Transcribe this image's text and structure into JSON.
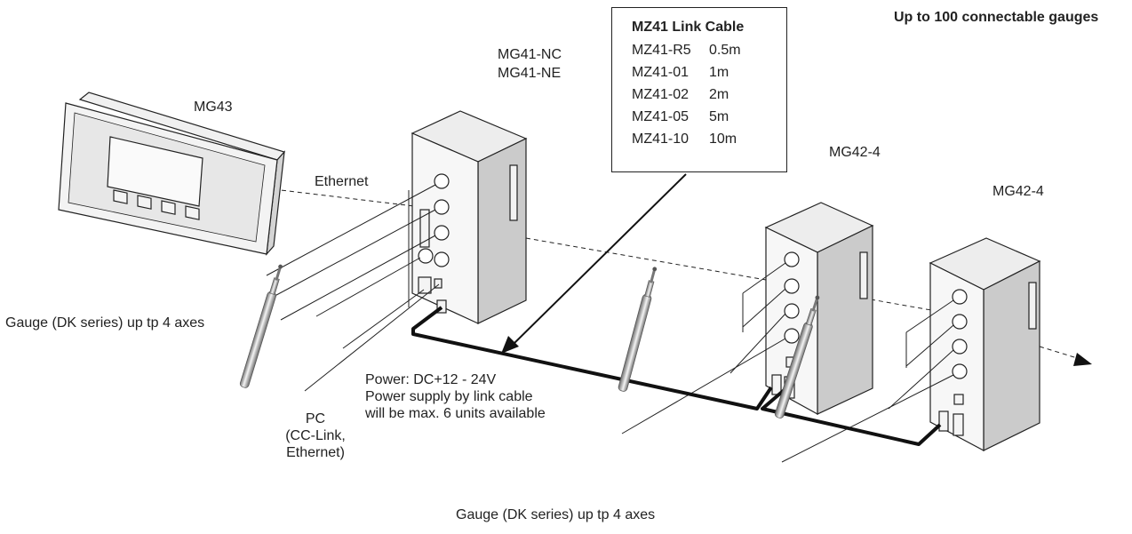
{
  "header": {
    "note": "Up to 100 connectable gauges"
  },
  "devices": {
    "display": "MG43",
    "network_unit_line1": "MG41-NC",
    "network_unit_line2": "MG41-NE",
    "counter_1": "MG42-4",
    "counter_2": "MG42-4"
  },
  "labels": {
    "ethernet": "Ethernet",
    "gauge_left": "Gauge (DK series) up tp 4 axes",
    "gauge_bottom": "Gauge (DK series) up tp 4 axes",
    "pc_line1": "PC",
    "pc_line2": "(CC-Link,",
    "pc_line3": "Ethernet)",
    "power_line1": "Power: DC+12 - 24V",
    "power_line2": "Power supply by link cable",
    "power_line3": "will be max. 6 units available"
  },
  "cable_table": {
    "title": "MZ41 Link Cable",
    "rows": [
      {
        "model": "MZ41-R5",
        "length": "0.5m"
      },
      {
        "model": "MZ41-01",
        "length": "1m"
      },
      {
        "model": "MZ41-02",
        "length": "2m"
      },
      {
        "model": "MZ41-05",
        "length": "5m"
      },
      {
        "model": "MZ41-10",
        "length": "10m"
      }
    ]
  }
}
